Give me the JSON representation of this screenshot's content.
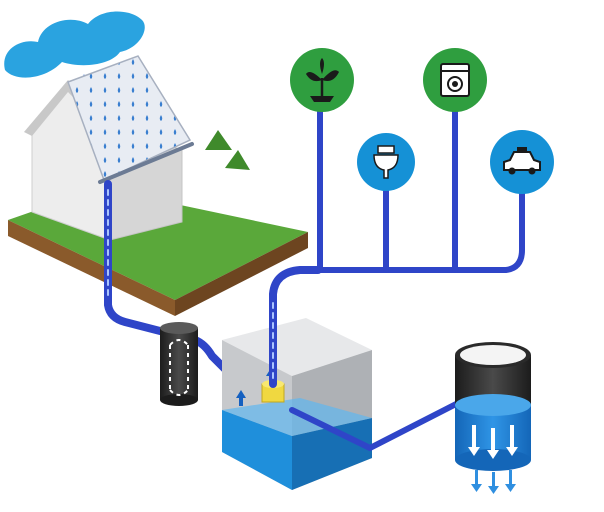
{
  "diagram": {
    "icons": [
      {
        "name": "plant",
        "color": "#2f9e3f"
      },
      {
        "name": "washing-machine",
        "color": "#2f9e3f"
      },
      {
        "name": "toilet",
        "color": "#1591d6"
      },
      {
        "name": "car",
        "color": "#1591d6"
      }
    ],
    "colors": {
      "pipe": "#2f45c8",
      "cloud": "#2aa3e0",
      "grass": "#5aa83a",
      "soil": "#8a5a2b",
      "water": "#1f8fdb",
      "tank_wall": "#c7c9cc"
    }
  }
}
